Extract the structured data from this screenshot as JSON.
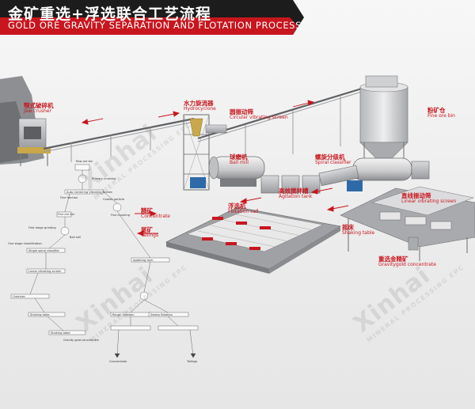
{
  "title": {
    "cn": "金矿重选+浮选联合工艺流程",
    "en": "GOLD ORE GRAVITY SEPARATION AND FLOTATION PROCESS"
  },
  "equipment": [
    {
      "id": "jaw",
      "cn": "颚式破碎机",
      "en": "Jaw crusher"
    },
    {
      "id": "hydro",
      "cn": "水力旋流器",
      "en": "Hydrocyclone"
    },
    {
      "id": "circ",
      "cn": "圆振动筛",
      "en": "Circular vibrating screen"
    },
    {
      "id": "ball",
      "cn": "球磨机",
      "en": "Ball mill"
    },
    {
      "id": "agit",
      "cn": "高效搅拌槽",
      "en": "Agitation tank"
    },
    {
      "id": "flot",
      "cn": "浮选机",
      "en": "Flotation cell"
    },
    {
      "id": "conc",
      "cn": "精矿",
      "en": "Concentrate"
    },
    {
      "id": "tail",
      "cn": "尾矿",
      "en": "Tailings"
    },
    {
      "id": "fine",
      "cn": "粉矿仓",
      "en": "Fine ore bin"
    },
    {
      "id": "spiral",
      "cn": "螺旋分级机",
      "en": "Spiral classifier"
    },
    {
      "id": "linear",
      "cn": "直线振动筛",
      "en": "Linear vibrating screen"
    },
    {
      "id": "shake",
      "cn": "摇床",
      "en": "Shaking table"
    },
    {
      "id": "gravity",
      "cn": "重选金精矿",
      "en": "Gravitygold concentrate"
    }
  ],
  "flowchart": {
    "nodes": [
      "Raw ore bin",
      "Primary crushing",
      "Fine fraction",
      "Auto Centering Vibrating Screen",
      "Coarse particle",
      "Fine ore bin",
      "Fine crushing",
      "First stage grinding",
      "Ball mill",
      "Single spiral classifier",
      "One stage classification",
      "Linear vibrating screen",
      "Oversize",
      "Shaking table",
      "Shaking table",
      "Gravity gold concentrate",
      "Agitating tank",
      "Rough flotation",
      "Sweep flotation",
      "Concentrate",
      "Tailings"
    ]
  },
  "watermark": {
    "brand": "Xinhai",
    "sub": "MINERAL PROCESSING EPC"
  },
  "colors": {
    "accent": "#c8161e",
    "dark": "#1c1c1c"
  }
}
